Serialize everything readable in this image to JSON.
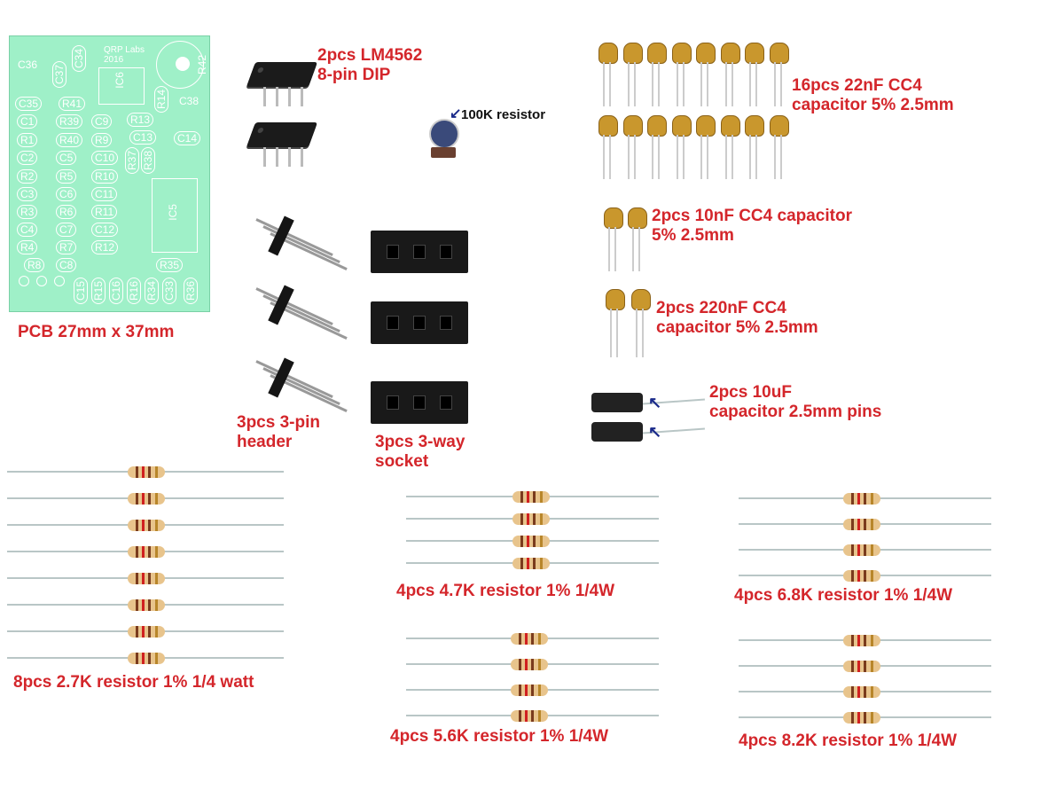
{
  "pcb": {
    "caption": "PCB 27mm x 37mm",
    "brand_line1": "QRP Labs",
    "brand_line2": "2016",
    "labels": [
      "C36",
      "C37",
      "C34",
      "IC6",
      "R42",
      "C35",
      "R41",
      "C38",
      "R14",
      "C1",
      "R39",
      "C9",
      "R13",
      "C13",
      "C14",
      "R1",
      "R40",
      "R9",
      "C2",
      "C5",
      "C10",
      "R37",
      "R38",
      "R2",
      "R5",
      "R10",
      "C3",
      "C6",
      "C11",
      "R3",
      "R6",
      "R11",
      "IC5",
      "C4",
      "C7",
      "C12",
      "R4",
      "R7",
      "R12",
      "R8",
      "C8",
      "R35",
      "C15",
      "R15",
      "C16",
      "R16",
      "R34",
      "C33",
      "R36"
    ]
  },
  "items": {
    "lm4562": {
      "line1": "2pcs LM4562",
      "line2": "8-pin DIP"
    },
    "resistor_100k": {
      "text": "100K resistor"
    },
    "cap_22nf": {
      "line1": "16pcs 22nF CC4",
      "line2": "capacitor 5% 2.5mm"
    },
    "cap_10nf": {
      "line1": "2pcs 10nF CC4 capacitor",
      "line2": "5% 2.5mm"
    },
    "cap_220nf": {
      "line1": "2pcs 220nF CC4",
      "line2": "capacitor 5% 2.5mm"
    },
    "cap_10uf": {
      "line1": "2pcs 10uF",
      "line2": "capacitor 2.5mm pins"
    },
    "header": {
      "line1": "3pcs 3-pin",
      "line2": "header"
    },
    "socket": {
      "line1": "3pcs 3-way",
      "line2": "socket"
    },
    "res_2k7": {
      "text": "8pcs 2.7K resistor 1% 1/4 watt"
    },
    "res_4k7": {
      "text": "4pcs 4.7K resistor 1% 1/4W"
    },
    "res_6k8": {
      "text": "4pcs 6.8K resistor 1% 1/4W"
    },
    "res_5k6": {
      "text": "4pcs 5.6K resistor 1% 1/4W"
    },
    "res_8k2": {
      "text": "4pcs 8.2K resistor 1% 1/4W"
    }
  },
  "colors": {
    "label": "#d4262b",
    "pcb": "#9ff0c8",
    "chip": "#1b1b1b",
    "ceramic_cap": "#c9972d"
  }
}
